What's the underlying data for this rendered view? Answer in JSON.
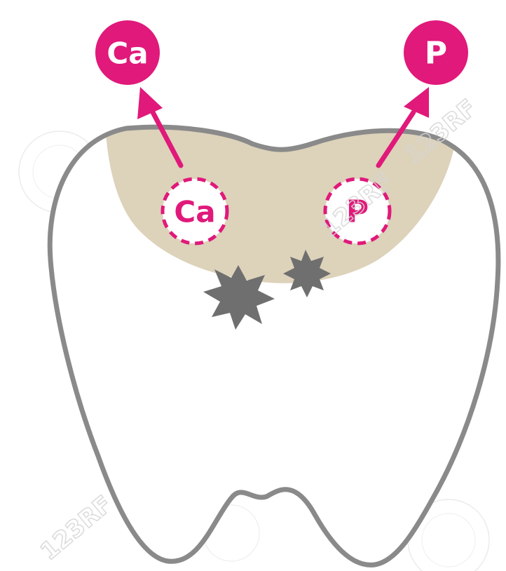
{
  "diagram": {
    "colors": {
      "tooth_outline": "#8a8a8a",
      "tooth_fill": "#ffffff",
      "demineralized_zone": "#ddd2ba",
      "ion_accent": "#e0197a",
      "ion_text_light": "#ffffff",
      "bacteria": "#6f6f6f",
      "background": "#ffffff"
    },
    "released_ions": [
      {
        "id": "calcium",
        "label": "Ca"
      },
      {
        "id": "phosphorus",
        "label": "P"
      }
    ],
    "enamel_ions": [
      {
        "id": "calcium",
        "label": "Ca"
      },
      {
        "id": "phosphorus",
        "label": "P"
      }
    ],
    "arrows": [
      {
        "from": "enamel-calcium",
        "to": "released-calcium"
      },
      {
        "from": "enamel-phosphorus",
        "to": "released-phosphorus"
      }
    ],
    "bacteria_count": 2,
    "icons": [
      "tooth-icon",
      "bacteria-icon",
      "arrow-icon"
    ],
    "watermark_text": "123RF"
  }
}
